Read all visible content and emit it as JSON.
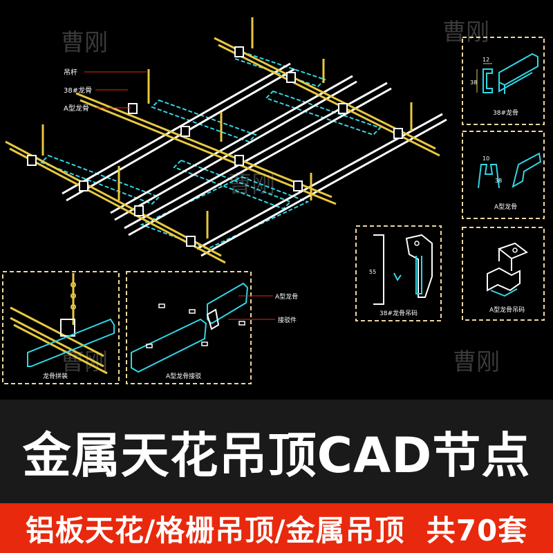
{
  "watermark": "曹刚",
  "main_drawing": {
    "label_hanger": "吊杆",
    "label_keel38": "38#龙骨",
    "label_keel_a": "A型龙骨"
  },
  "detail_38_keel": {
    "caption": "38#龙骨",
    "dim_width": "12",
    "dim_height": "38"
  },
  "detail_a_keel": {
    "caption": "A型龙骨",
    "dim_width": "10",
    "dim_height": "38"
  },
  "detail_38_hanger": {
    "caption": "38#龙骨吊码",
    "dim_height": "55"
  },
  "detail_a_hanger": {
    "caption": "A型龙骨吊码"
  },
  "detail_assembly": {
    "caption": "龙骨拼装"
  },
  "detail_splice": {
    "caption": "A型龙骨接驳",
    "label_keel": "A型龙骨",
    "label_connector": "接驳件"
  },
  "banner": {
    "title": "金属天花吊顶CAD节点",
    "subtitle": "铝板天花/格栅吊顶/金属吊顶  共70套"
  },
  "colors": {
    "background": "#000000",
    "gold": "#e8c840",
    "cyan": "#30d8e8",
    "white": "#ffffff",
    "frame": "#f0d8a0",
    "accent_red": "#e8290d"
  }
}
